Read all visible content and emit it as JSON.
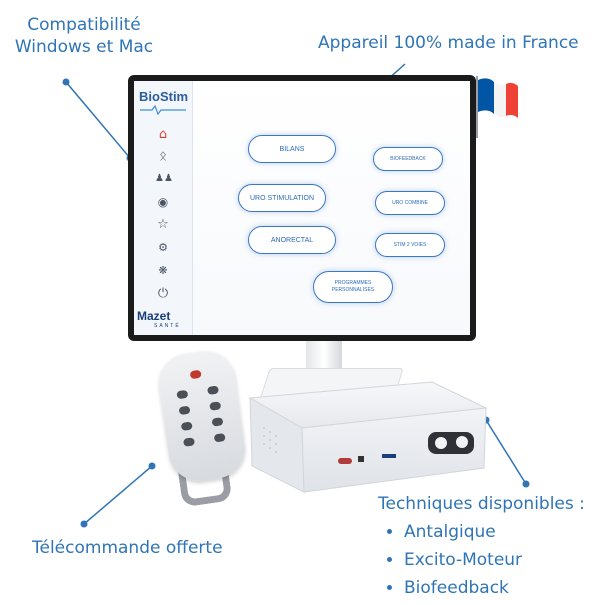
{
  "callouts": {
    "compat_line1": "Compatibilité",
    "compat_line2": "Windows et Mac",
    "france": "Appareil 100% made in France",
    "remote": "Télécommande offerte",
    "techniques_title": "Techniques disponibles :",
    "techniques": [
      "Antalgique",
      "Excito-Moteur",
      "Biofeedback"
    ]
  },
  "screen": {
    "logo": "BioStim",
    "brand": "Mazet",
    "brand_sub": "SANTÉ",
    "sidebar_icons": [
      "home-icon",
      "bluetooth-icon",
      "patients-icon",
      "data-icon",
      "favorite-icon",
      "settings-icon",
      "tools-icon",
      "power-icon"
    ],
    "menu": {
      "bilans": "BILANS",
      "biofeedback": "BIOFEEDBACK",
      "uro_stimulation": "URO STIMULATION",
      "uro_combine": "URO COMBINE",
      "anorectal": "ANORECTAL",
      "stim_2_voies": "STIM 2 VOIES",
      "programmes_1": "PROGRAMMES",
      "programmes_2": "PERSONNALISÉS"
    }
  },
  "colors": {
    "accent": "#2f75b5",
    "button_border": "#3b78c4",
    "flag_blue": "#0055a4",
    "flag_white": "#ffffff",
    "flag_red": "#ef4135"
  }
}
